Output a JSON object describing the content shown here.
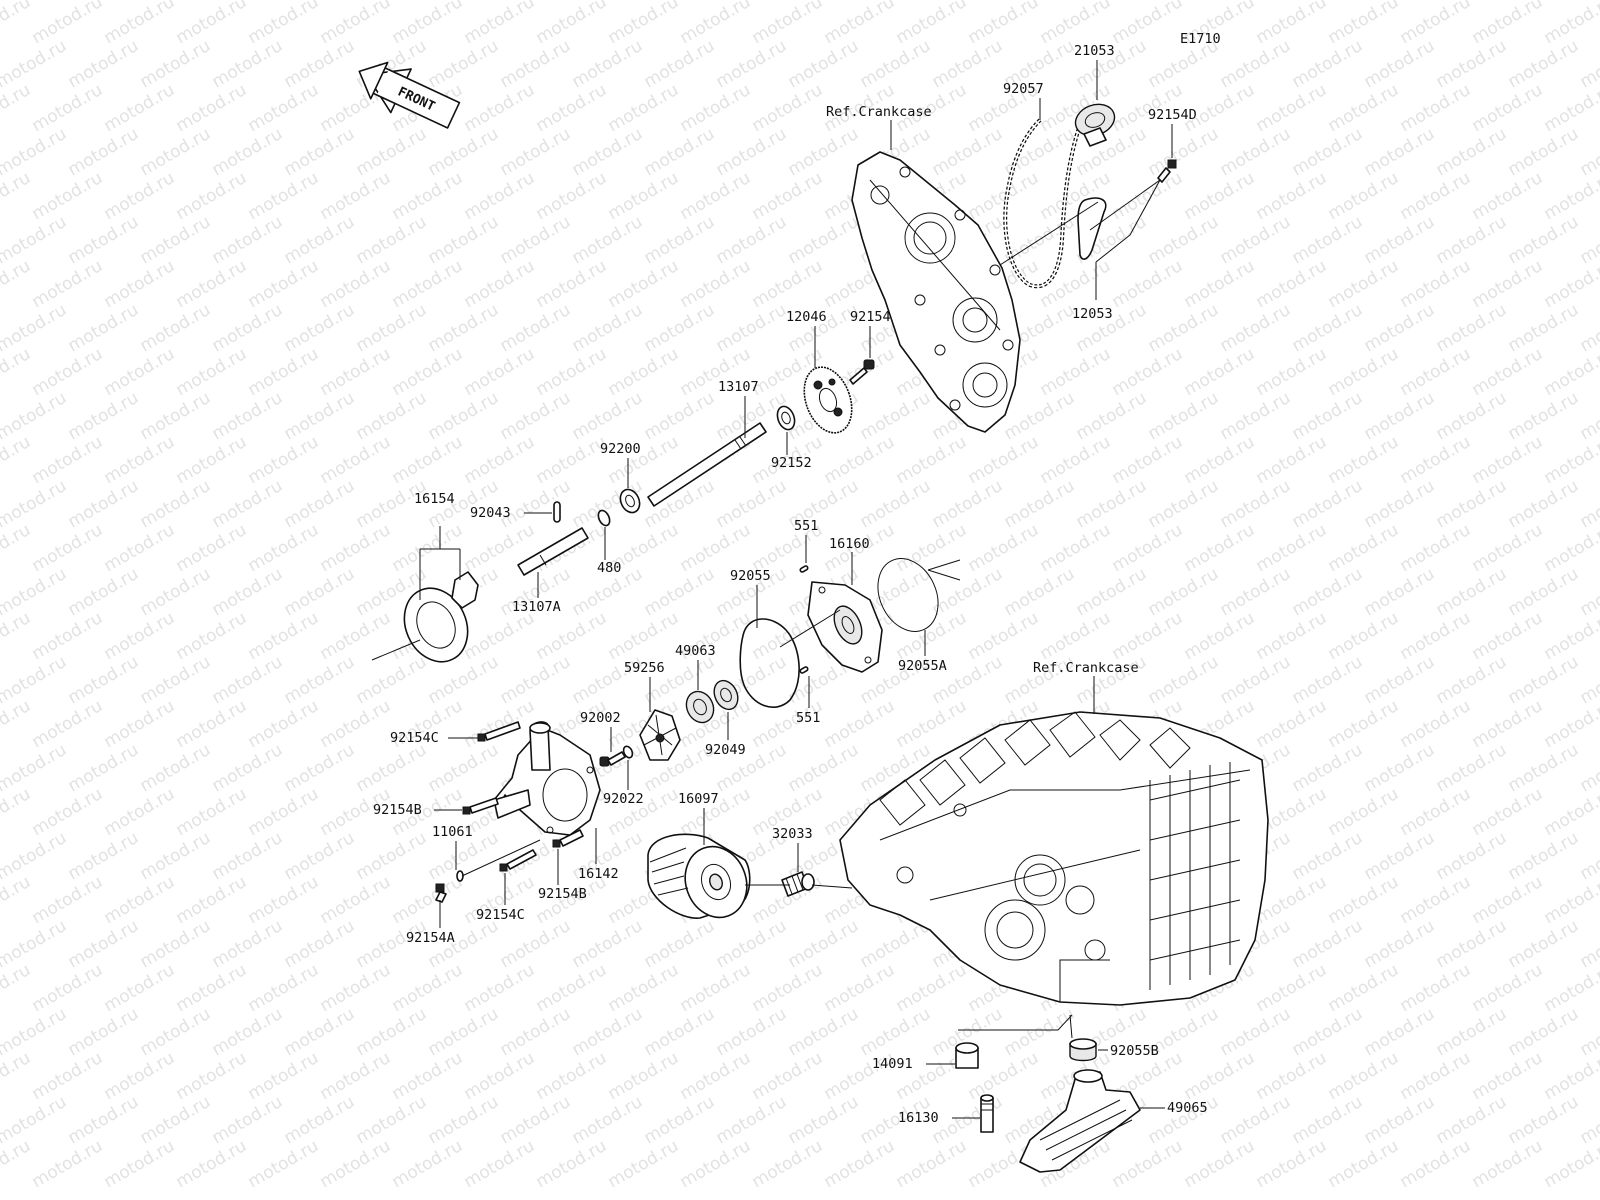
{
  "diagram_code": "E1710",
  "watermark": "motod.ru",
  "front_label": "FRONT",
  "ref_crankcase": "Ref.Crankcase",
  "parts": {
    "p21053": "21053",
    "p92057": "92057",
    "p92154D": "92154D",
    "p12053": "12053",
    "p12046": "12046",
    "p92154": "92154",
    "p13107": "13107",
    "p92152": "92152",
    "p92200": "92200",
    "p16154": "16154",
    "p92043": "92043",
    "p480": "480",
    "p13107A": "13107A",
    "p551_top": "551",
    "p16160": "16160",
    "p92055": "92055",
    "p92055A": "92055A",
    "p551_bottom": "551",
    "p49063": "49063",
    "p59256": "59256",
    "p92002": "92002",
    "p92049": "92049",
    "p92022": "92022",
    "p92154C_top": "92154C",
    "p92154B_top": "92154B",
    "p11061": "11061",
    "p16142": "16142",
    "p92154B_bottom": "92154B",
    "p92154C_bottom": "92154C",
    "p92154A": "92154A",
    "p16097": "16097",
    "p32033": "32033",
    "p14091": "14091",
    "p92055B": "92055B",
    "p16130": "16130",
    "p49065": "49065"
  }
}
